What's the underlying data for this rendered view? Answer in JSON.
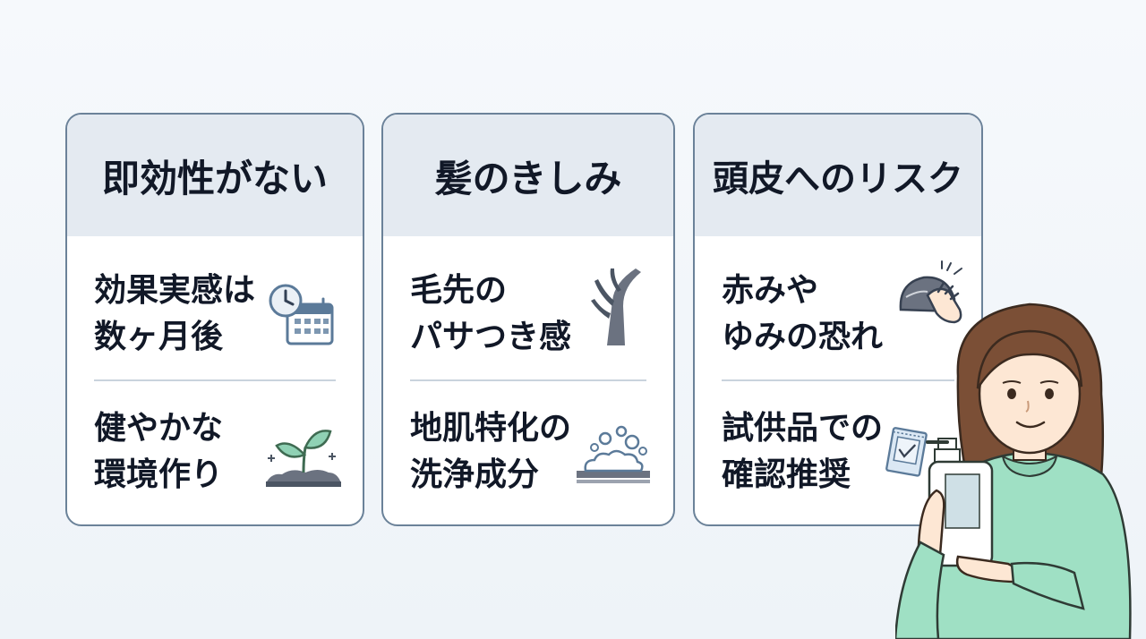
{
  "cards": [
    {
      "title": "即効性がない",
      "items": [
        {
          "line1": "効果実感は",
          "line2": "数ヶ月後",
          "icon": "clock-calendar-icon"
        },
        {
          "line1": "健やかな",
          "line2": "環境作り",
          "icon": "sprout-icon"
        }
      ]
    },
    {
      "title": "髪のきしみ",
      "items": [
        {
          "line1": "毛先の",
          "line2": "パサつき感",
          "icon": "split-hair-icon"
        },
        {
          "line1": "地肌特化の",
          "line2": "洗浄成分",
          "icon": "foam-bubbles-icon"
        }
      ]
    },
    {
      "title": "頭皮へのリスク",
      "items": [
        {
          "line1": "赤みや",
          "line2": "ゆみの恐れ",
          "icon": "itchy-scalp-icon"
        },
        {
          "line1": "試供品での",
          "line2": "確認推奨",
          "icon": "sample-packet-icon"
        }
      ]
    }
  ],
  "colors": {
    "card_border": "#6b8299",
    "header_bg": "#e4eaf1",
    "text": "#111827",
    "sweater": "#9fe0c4",
    "hair": "#7b4f36"
  }
}
